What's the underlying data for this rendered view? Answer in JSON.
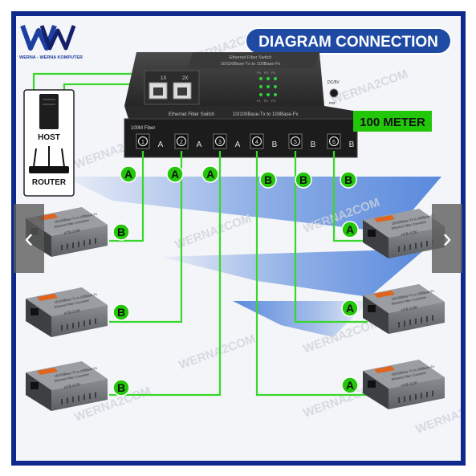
{
  "logo": {
    "text": "WERNA - WERNA KOMPUTER"
  },
  "watermark": "WERNA2COM",
  "title": "DIAGRAM CONNECTION",
  "distance_label": "100 METER",
  "host_label": "HOST",
  "router_label": "ROUTER",
  "switch": {
    "top_label_1": "Ethernet Fiber Switch",
    "top_label_2": "10/100Base-Tx to 100Base-Fx",
    "front_label_1": "Ethernet Fiber Switch",
    "front_label_2": "10/100Base-Tx to 100Base-Fx",
    "fiber_label": "100M Fiber",
    "rj45_labels": [
      "1X",
      "2X"
    ],
    "power_label": "DC/5V",
    "power_sub": "PW",
    "led_labels": [
      "F1",
      "F2",
      "F3",
      "F4",
      "F5",
      "F6"
    ],
    "port_numbers": [
      "1",
      "2",
      "3",
      "4",
      "5",
      "6"
    ],
    "port_letters": [
      "A",
      "A",
      "A",
      "B",
      "B",
      "B"
    ]
  },
  "connection_labels": {
    "top_row": [
      "A",
      "A",
      "A",
      "B",
      "B",
      "B"
    ],
    "left_converters": [
      "B",
      "B",
      "B"
    ],
    "right_converters": [
      "A",
      "A",
      "A"
    ]
  },
  "converter": {
    "line_1": "10/100Base-Tx to 100Base-Fx",
    "line_2": "Ethernet Fiber Converter",
    "badge": "HTB-3100"
  },
  "colors": {
    "frame": "#0f2a8c",
    "title_bg": "#1f4aa3",
    "badge_green": "#22c70a",
    "cable_green": "#37d82b",
    "beam_blue": "#3f77d8"
  },
  "navigation": {
    "prev": "‹",
    "next": "›"
  }
}
